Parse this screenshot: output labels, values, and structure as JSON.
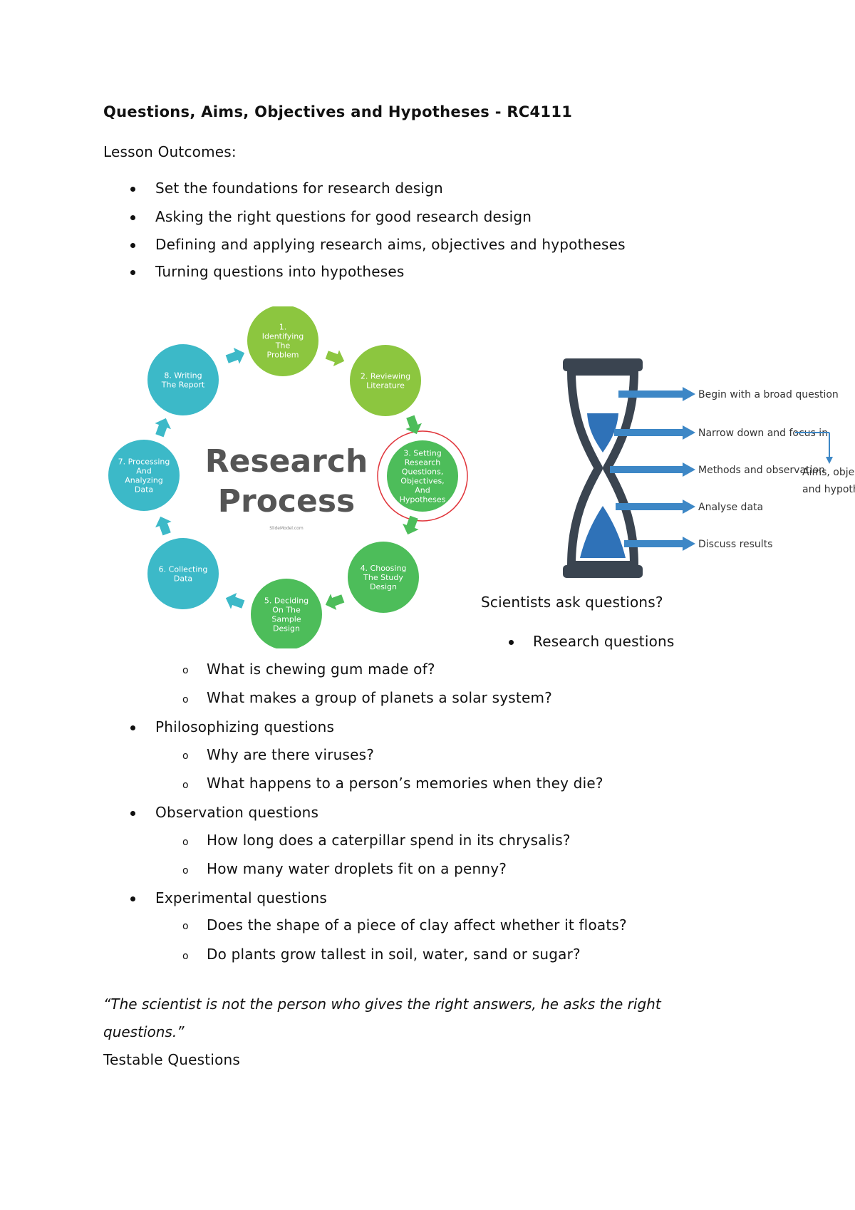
{
  "title": "Questions, Aims, Objectives and Hypotheses - RC4111",
  "outcomes_heading": "Lesson Outcomes:",
  "outcomes": [
    "Set the foundations for research design",
    "Asking the right questions for good research design",
    "Defining and applying research aims, objectives and hypotheses",
    "Turning questions into hypotheses"
  ],
  "diagram": {
    "center_line1": "Research",
    "center_line2": "Process",
    "center_small": "SlideModel.com",
    "steps": [
      [
        "1.",
        "Identifying",
        "The",
        "Problem"
      ],
      [
        "2. Reviewing",
        "Literature"
      ],
      [
        "3. Setting",
        "Research",
        "Questions,",
        "Objectives,",
        "And",
        "Hypotheses"
      ],
      [
        "4. Choosing",
        "The Study",
        "Design"
      ],
      [
        "5. Deciding",
        "On The",
        "Sample",
        "Design"
      ],
      [
        "6. Collecting",
        "Data"
      ],
      [
        "7. Processing",
        "And",
        "Analyzing",
        "Data"
      ],
      [
        "8. Writing",
        "The Report"
      ]
    ],
    "colors": {
      "teal": "#3cb9c8",
      "green": "#4dbd5a",
      "lime": "#8cc63f",
      "highlight_ring": "#e0343a"
    }
  },
  "hourglass": {
    "labels": [
      "Begin with a broad question",
      "Narrow down and focus in",
      "Methods and observation",
      "Analyse data",
      "Discuss results"
    ],
    "side_label_line1": "Aims, objectives",
    "side_label_line2": "and hypotheses",
    "colors": {
      "frame": "#3a4450",
      "sand": "#2f72b8",
      "arrow": "#3d87c6"
    }
  },
  "scientists_heading": "Scientists ask questions?",
  "categories": [
    {
      "label": "Research questions",
      "items": [
        "What is chewing gum made of?",
        "What makes a group of planets a solar system?"
      ]
    },
    {
      "label": "Philosophizing questions",
      "items": [
        "Why are there viruses?",
        "What happens to a person’s memories when they die?"
      ]
    },
    {
      "label": "Observation questions",
      "items": [
        "How long does a caterpillar spend in its chrysalis?",
        "How many water droplets fit on a penny?"
      ]
    },
    {
      "label": "Experimental questions",
      "items": [
        "Does the shape of a piece of clay affect whether it floats?",
        "Do plants grow tallest in soil, water, sand or sugar?"
      ]
    }
  ],
  "quote": "“The scientist is not the person who gives the right answers, he asks the right questions.”",
  "testable_heading": "Testable Questions",
  "sub_bullet_glyph": "o"
}
